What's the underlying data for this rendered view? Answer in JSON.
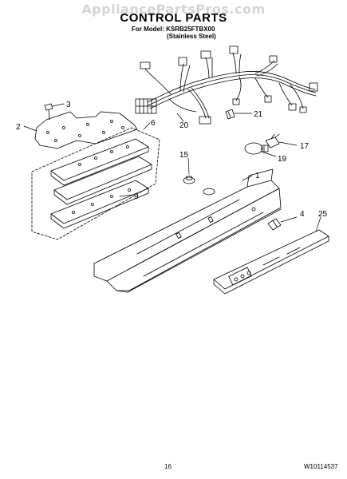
{
  "header": {
    "watermark": "AppliancePartsPros.com",
    "title": "CONTROL PARTS",
    "model_line": "For Model: KSRB25FTBX00",
    "finish_line": "(Stainless Steel)"
  },
  "callouts": {
    "c1": "1",
    "c2": "2",
    "c3": "3",
    "c4": "4",
    "c6": "6",
    "c9": "9",
    "c15": "15",
    "c17": "17",
    "c19": "19",
    "c20": "20",
    "c21": "21",
    "c25": "25"
  },
  "footer": {
    "page_number": "16",
    "doc_number": "W10114537"
  }
}
